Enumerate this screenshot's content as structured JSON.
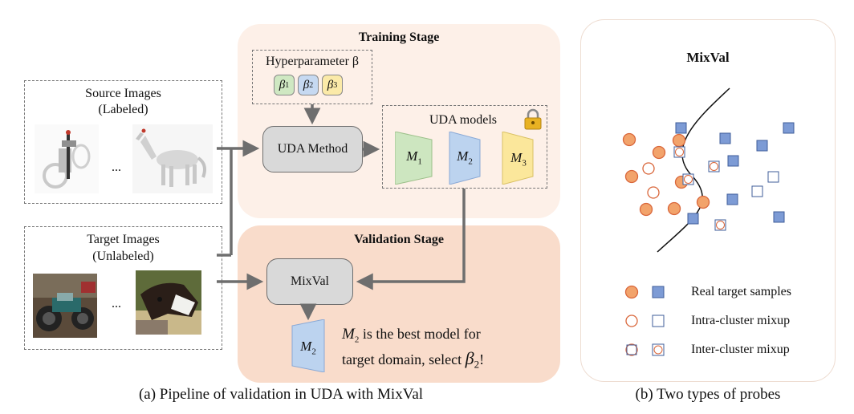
{
  "pipeline": {
    "source_title": "Source Images",
    "source_subtitle": "(Labeled)",
    "target_title": "Target Images",
    "target_subtitle": "(Unlabeled)",
    "ellipsis": "...",
    "training_stage": "Training Stage",
    "validation_stage": "Validation Stage",
    "hyperparameter": "Hyperparameter β",
    "betas": [
      {
        "sym": "β",
        "sub": "1",
        "color": "#cfe8c2"
      },
      {
        "sym": "β",
        "sub": "2",
        "color": "#c6d9f1"
      },
      {
        "sym": "β",
        "sub": "3",
        "color": "#fbeaa8"
      }
    ],
    "uda_method": "UDA Method",
    "uda_models": "UDA models",
    "models": [
      {
        "sym": "M",
        "sub": "1",
        "color": "#cde6c0"
      },
      {
        "sym": "M",
        "sub": "2",
        "color": "#bcd3ef"
      },
      {
        "sym": "M",
        "sub": "3",
        "color": "#fbe79b"
      }
    ],
    "mixval": "MixVal",
    "selected_model": {
      "sym": "M",
      "sub": "2"
    },
    "result_line1": "is the best model for",
    "result_line2_a": "target domain, select",
    "result_beta": "β",
    "result_beta_sub": "2",
    "result_end": "!",
    "caption": "(a) Pipeline of validation in UDA with MixVal"
  },
  "probes": {
    "title": "MixVal",
    "legend": [
      "Real target samples",
      "Intra-cluster mixup",
      "Inter-cluster mixup"
    ],
    "caption": "(b) Two types of probes",
    "colors": {
      "circle_fill": "#f2a36b",
      "circle_stroke": "#d9663a",
      "square_fill": "#7d9bd5",
      "square_stroke": "#3f5c9a"
    }
  }
}
